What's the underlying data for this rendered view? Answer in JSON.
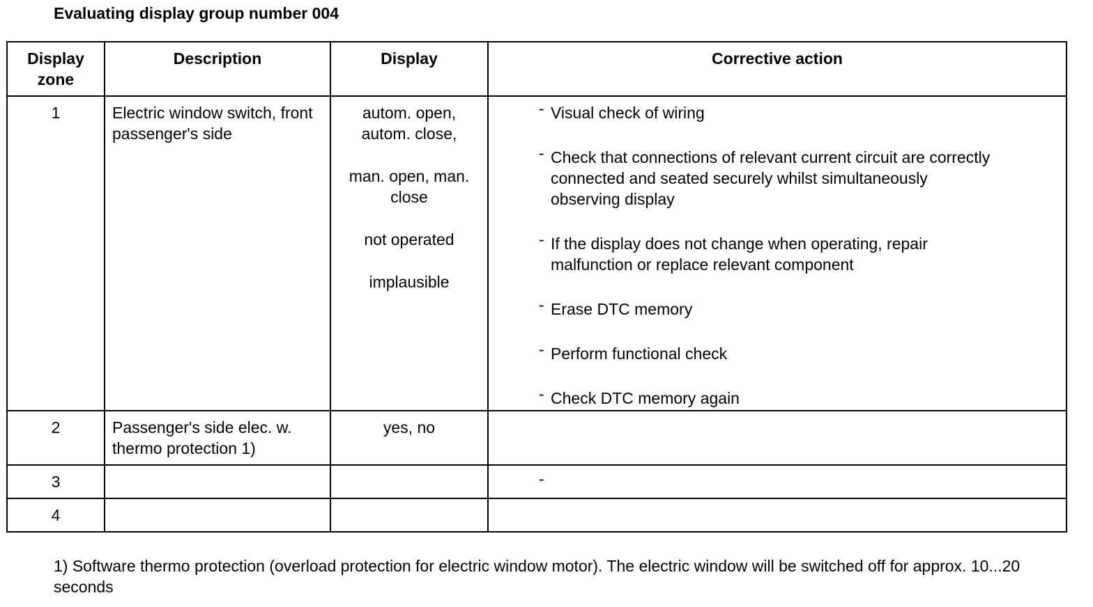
{
  "title": "Evaluating display group number 004",
  "table": {
    "headers": [
      "Display zone",
      "Description",
      "Display",
      "Corrective action"
    ],
    "rows": [
      {
        "zone": "1",
        "description": "Electric window switch, front passenger's side",
        "display": [
          "autom. open, autom. close,",
          "man. open, man. close",
          "not operated",
          "implausible"
        ],
        "actions": [
          "Visual check of wiring",
          "Check that connections of relevant current circuit are correctly connected and seated securely whilst simultaneously observing display",
          "If the display does not change when operating, repair malfunction or replace relevant component",
          "Erase DTC memory",
          "Perform functional check",
          "Check DTC memory again"
        ]
      },
      {
        "zone": "2",
        "description": "Passenger's side elec. w. thermo protection 1)",
        "display": "yes, no",
        "action": ""
      },
      {
        "zone": "3",
        "description": "",
        "display": "",
        "action": "-"
      },
      {
        "zone": "4",
        "description": "",
        "display": "",
        "action": ""
      }
    ]
  },
  "footnote": "1) Software thermo protection (overload protection for electric window motor). The electric window will be switched off for approx. 10...20 seconds"
}
